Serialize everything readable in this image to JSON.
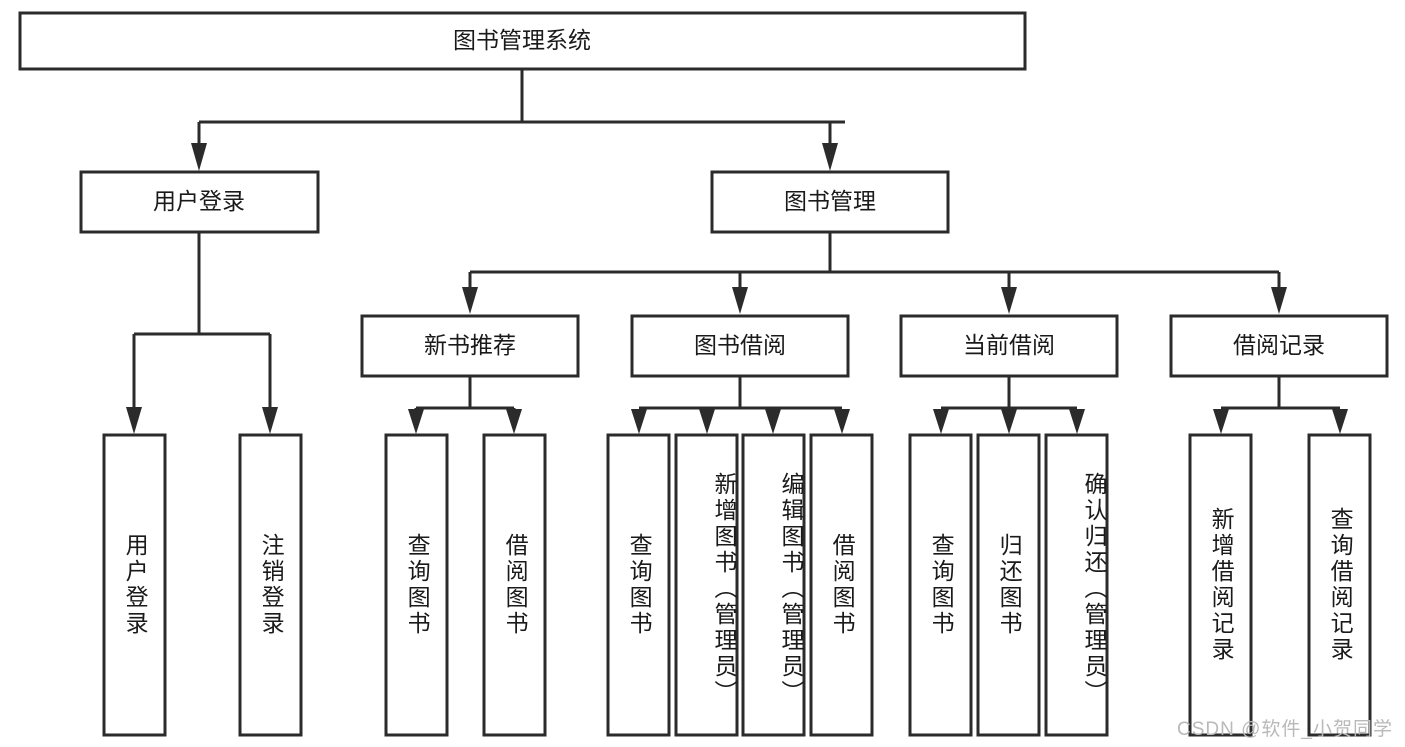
{
  "diagram": {
    "title": "图书管理系统",
    "type": "tree",
    "orientation": "top-down",
    "colors": {
      "box_fill": "#ffffff",
      "box_stroke": "#2b2b2b",
      "text": "#1a1a1a",
      "watermark": "#b9b9b9",
      "background": "#ffffff"
    },
    "root": {
      "label": "图书管理系统"
    },
    "level2": [
      {
        "label": "用户登录"
      },
      {
        "label": "图书管理"
      }
    ],
    "level3": [
      {
        "label": "新书推荐"
      },
      {
        "label": "图书借阅"
      },
      {
        "label": "当前借阅"
      },
      {
        "label": "借阅记录"
      }
    ],
    "leaves": {
      "user_login": [
        {
          "label": "用户登录"
        },
        {
          "label": "注销登录"
        }
      ],
      "new_book_recommend": [
        {
          "label": "查询图书"
        },
        {
          "label": "借阅图书"
        }
      ],
      "book_borrow": [
        {
          "label": "查询图书"
        },
        {
          "label": "新增图书（管理员）"
        },
        {
          "label": "编辑图书（管理员）"
        },
        {
          "label": "借阅图书"
        }
      ],
      "current_borrow": [
        {
          "label": "查询图书"
        },
        {
          "label": "归还图书"
        },
        {
          "label": "确认归还（管理员）"
        }
      ],
      "borrow_record": [
        {
          "label": "新增借阅记录"
        },
        {
          "label": "查询借阅记录"
        }
      ]
    }
  },
  "watermark": {
    "text": "CSDN @软件_小贺同学"
  }
}
